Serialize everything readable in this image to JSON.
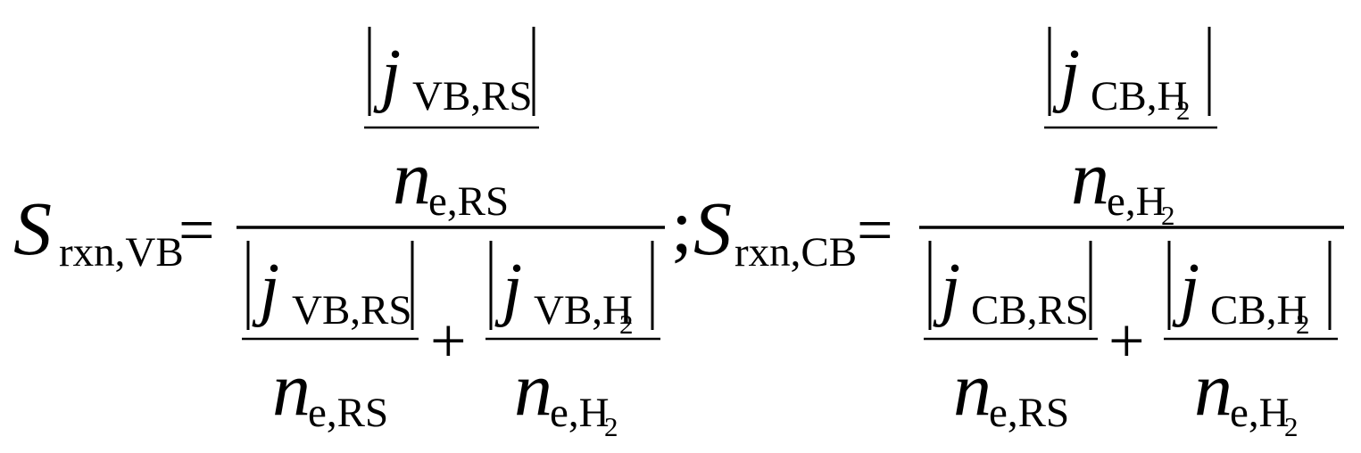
{
  "formula": {
    "vb": {
      "lhs": {
        "symbol": "S",
        "subscript": "rxn,VB"
      },
      "equals": "=",
      "numerator": {
        "top": {
          "var": "j",
          "subscript": "VB,RS"
        },
        "bottom": {
          "var": "n",
          "subscript": "e,RS"
        }
      },
      "denominator": {
        "term1": {
          "top": {
            "var": "j",
            "subscript": "VB,RS"
          },
          "bottom": {
            "var": "n",
            "subscript": "e,RS"
          }
        },
        "plus": "+",
        "term2": {
          "top": {
            "var": "j",
            "subscript": "VB,H",
            "subscript_index": "2"
          },
          "bottom": {
            "var": "n",
            "subscript": "e,H",
            "subscript_index": "2"
          }
        }
      }
    },
    "separator": ";",
    "cb": {
      "lhs": {
        "symbol": "S",
        "subscript": "rxn,CB"
      },
      "equals": "=",
      "numerator": {
        "top": {
          "var": "j",
          "subscript": "CB,H",
          "subscript_index": "2"
        },
        "bottom": {
          "var": "n",
          "subscript": "e,H",
          "subscript_index": "2"
        }
      },
      "denominator": {
        "term1": {
          "top": {
            "var": "j",
            "subscript": "CB,RS"
          },
          "bottom": {
            "var": "n",
            "subscript": "e,RS"
          }
        },
        "plus": "+",
        "term2": {
          "top": {
            "var": "j",
            "subscript": "CB,H",
            "subscript_index": "2"
          },
          "bottom": {
            "var": "n",
            "subscript": "e,H",
            "subscript_index": "2"
          }
        }
      }
    }
  }
}
